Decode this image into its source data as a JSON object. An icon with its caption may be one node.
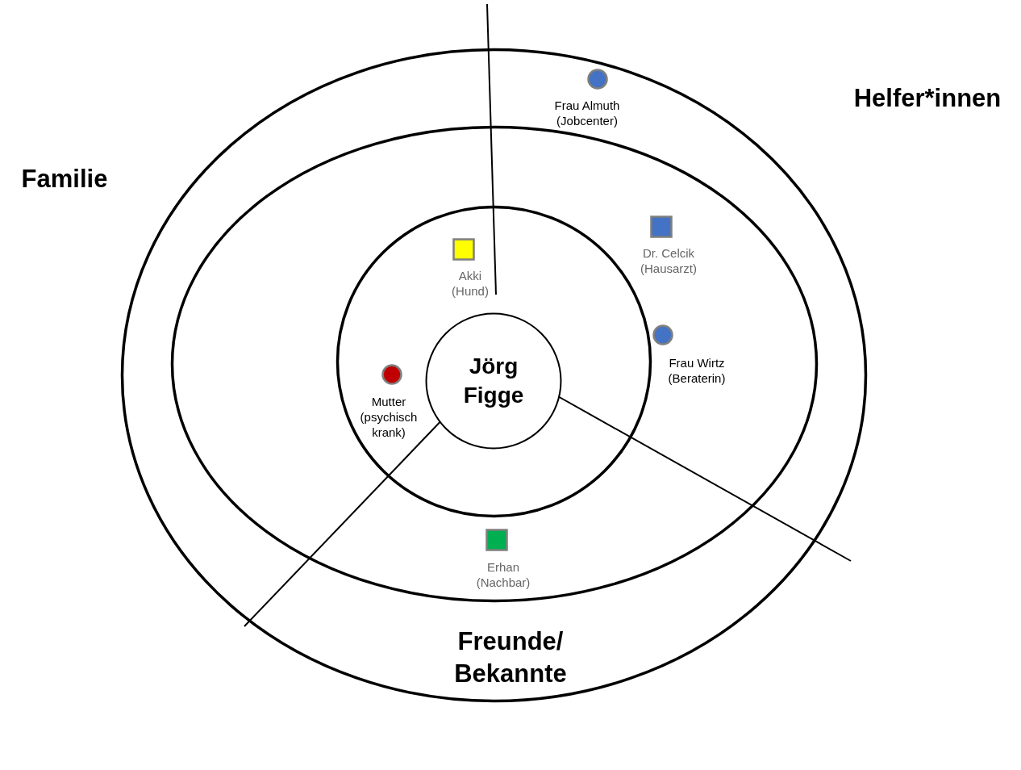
{
  "diagram": {
    "nodes": [
      {
        "text": [],
        "shape": "circle"
      },
      {
        "text": [],
        "shape": "circle",
        "in": 0
      },
      {
        "text": [],
        "shape": "circle",
        "in": 1
      },
      {
        "text": [
          "Jörg Figge"
        ],
        "in": 2
      },
      {
        "text": [
          "Frau Almuth (Jobcenter)"
        ],
        "in": 0
      },
      {
        "text": [
          "Dr. Celcik (Hausarzt)"
        ],
        "in": 1
      },
      {
        "text": [
          "Akki (Hund)"
        ],
        "in": 2
      },
      {
        "text": [
          "Frau Wirtz (Beraterin)"
        ],
        "in": 1
      },
      {
        "text": [
          "Mutter (psychisch krank)"
        ],
        "in": 2
      },
      {
        "text": [
          "Erhan (Nachbar)"
        ],
        "in": 1
      }
    ],
    "labels": [
      "Helfer*innen",
      "Familie",
      "Freunde/ Bekannte"
    ]
  }
}
